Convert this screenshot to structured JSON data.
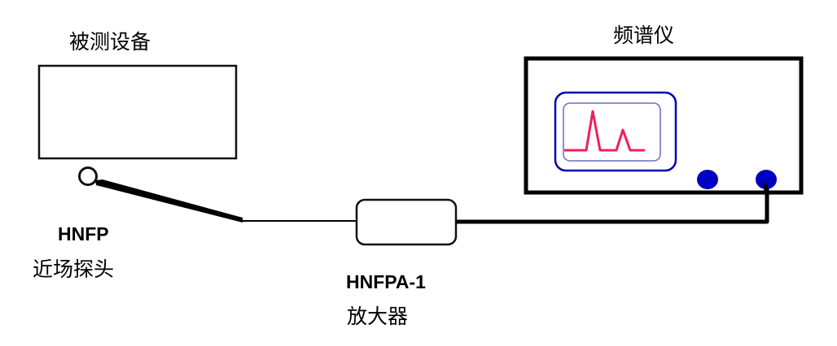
{
  "labels": {
    "device_under_test": "被测设备",
    "spectrum_analyzer": "频谱仪",
    "probe_model": "HNFP",
    "probe_name": "近场探头",
    "amplifier_model": "HNFPA-1",
    "amplifier_name": "放大器"
  },
  "colors": {
    "screen_blue": "#0000b0",
    "trace_red": "#f0205a",
    "knob_blue": "#0000c0"
  }
}
